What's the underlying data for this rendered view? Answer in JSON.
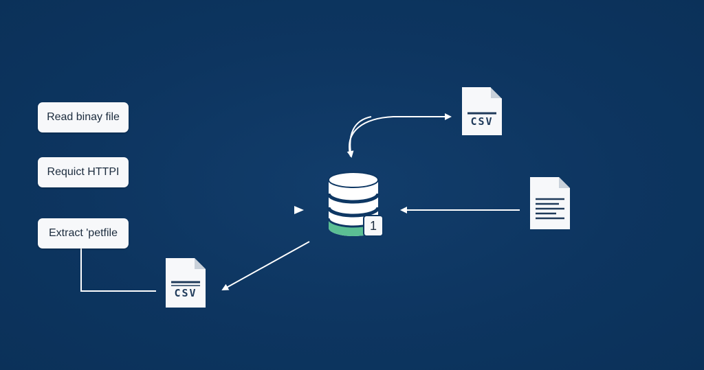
{
  "diagram": {
    "steps": [
      {
        "label": "Read binay file"
      },
      {
        "label": "Requict HTTPI"
      },
      {
        "label": "Extract 'petfile"
      }
    ],
    "csv_top": {
      "label": "CSV",
      "icon": "csv-file-icon"
    },
    "csv_bottom": {
      "label": "CSV",
      "icon": "csv-file-icon"
    },
    "text_document": {
      "icon": "text-document-icon"
    },
    "database": {
      "icon": "database-icon",
      "badge": "1",
      "accent_color": "#5bbf94"
    },
    "colors": {
      "background": "#0e3763",
      "box_fill": "#f7f8fa",
      "line": "#ffffff",
      "accent": "#5bbf94"
    }
  }
}
